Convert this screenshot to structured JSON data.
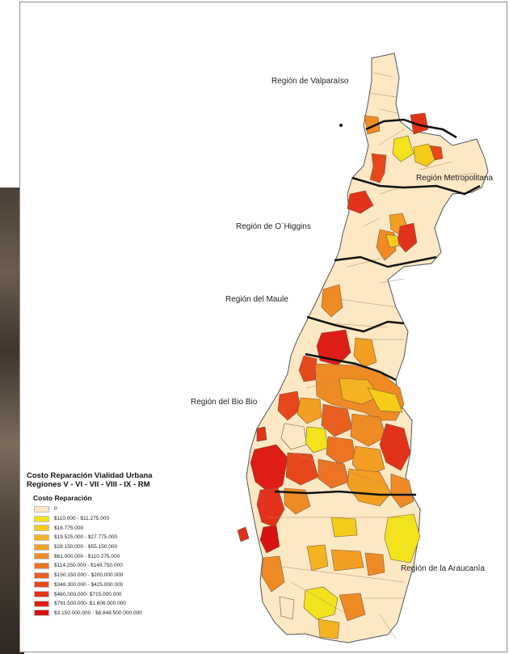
{
  "regions": {
    "valparaiso": "Región de Valparaíso",
    "metropolitana": "Región Metropolitana",
    "ohiggins": "Región de O´Higgins",
    "maule": "Región del Maule",
    "biobio": "Región del Bio Bio",
    "araucania": "Región de la Araucanía"
  },
  "legend": {
    "title_line1": "Costo Reparación Vialidad Urbana",
    "title_line2": "Regiones V - VI - VII - VIII - IX - RM",
    "subtitle": "Costo Reparación",
    "classes": [
      {
        "label": "0",
        "color": "#fde8c4"
      },
      {
        "label": "$110.000 - $11.275.000",
        "color": "#f2e31e"
      },
      {
        "label": "$16.775.000",
        "color": "#f5cc1a"
      },
      {
        "label": "$19.525.000 - $27.775.000",
        "color": "#f4b320"
      },
      {
        "label": "$28.150.000 - $55.150.000",
        "color": "#f39f24"
      },
      {
        "label": "$61.000.000 - $110.275.000",
        "color": "#ef8b25"
      },
      {
        "label": "$114.250.000 - $149.750.000",
        "color": "#ec7422"
      },
      {
        "label": "$150.150.000 - $200.000.000",
        "color": "#e95f1f"
      },
      {
        "label": "$348.300.000 - $425.000.000",
        "color": "#e6481c"
      },
      {
        "label": "$460.000.000- $715.000.000",
        "color": "#e23219"
      },
      {
        "label": "$791.500.000- $1.606.000.000",
        "color": "#de1e16"
      },
      {
        "label": "$3.150.000.000 - $6.848.500.000.000",
        "color": "#d81111"
      }
    ]
  }
}
